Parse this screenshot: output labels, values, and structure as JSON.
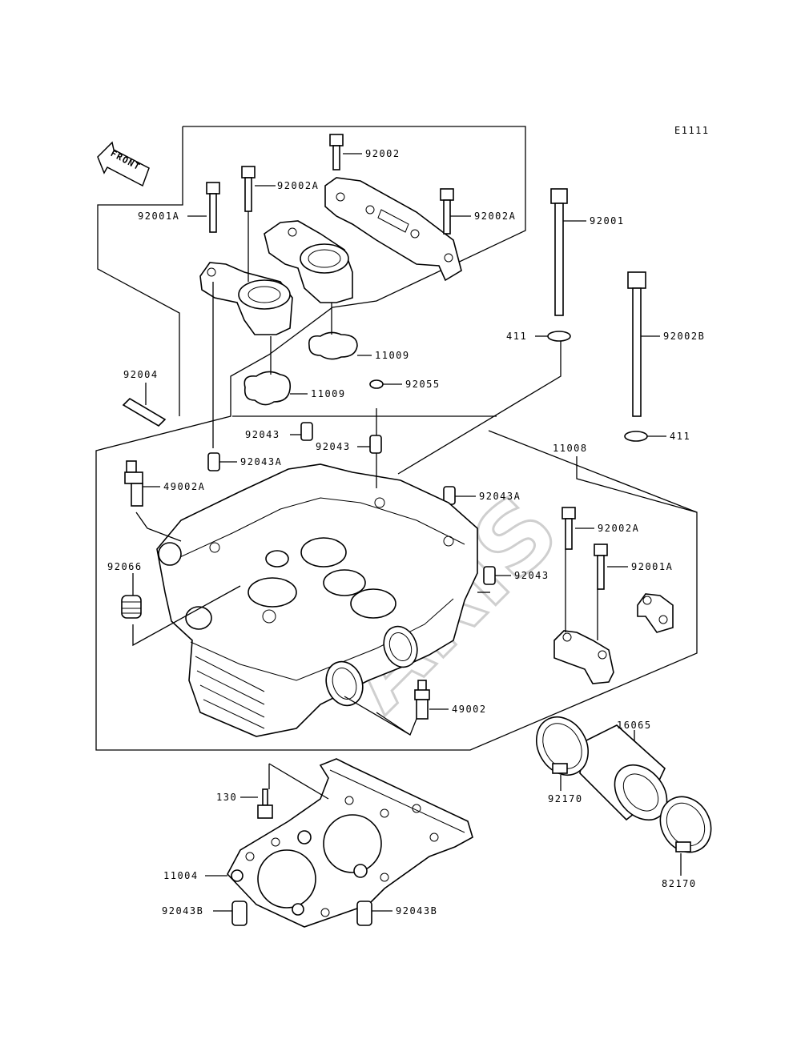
{
  "diagram_id": "E1111",
  "front_label": "FRONT",
  "watermark": "ARIS",
  "labels": {
    "p92002": "92002",
    "p92002A_top": "92002A",
    "p92001A_top": "92001A",
    "p92002A_right": "92002A",
    "p92001": "92001",
    "p411_top": "411",
    "p92002B": "92002B",
    "p411_bottom": "411",
    "p11009_right": "11009",
    "p11009_left": "11009",
    "p92055": "92055",
    "p92004": "92004",
    "p92043_a": "92043",
    "p92043_b": "92043",
    "p92043A_left": "92043A",
    "p11008": "11008",
    "p49002A": "49002A",
    "p92043A_right": "92043A",
    "p92002A_lower": "92002A",
    "p92001A_lower": "92001A",
    "p92066": "92066",
    "p92043_c": "92043",
    "p49002": "49002",
    "p16065": "16065",
    "p130": "130",
    "p92170": "92170",
    "p11004": "11004",
    "p82170": "82170",
    "p92043B_left": "92043B",
    "p92043B_right": "92043B"
  }
}
